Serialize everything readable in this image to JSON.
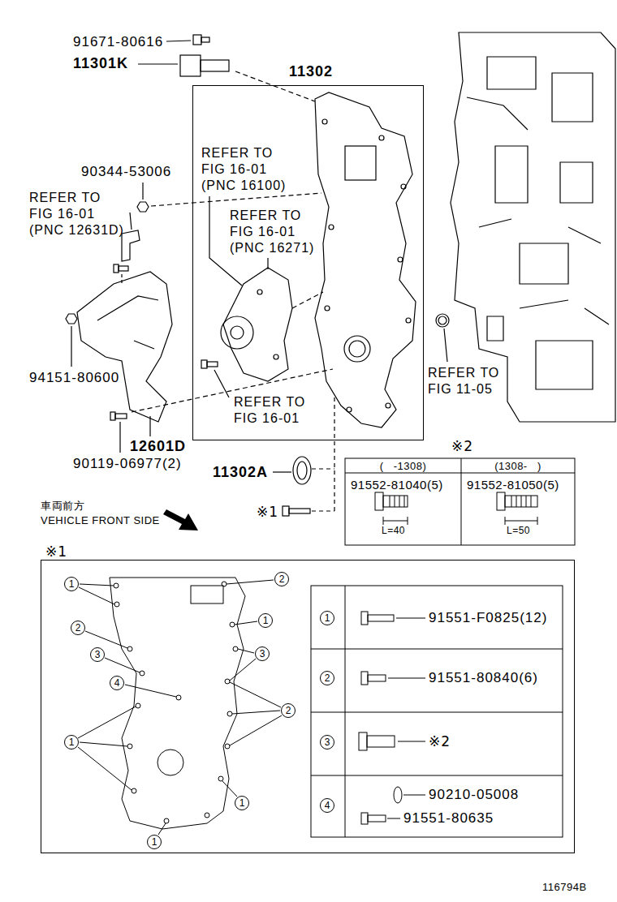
{
  "diagram": {
    "nodes": [
      {
        "text": [
          "11302",
          "REFER TO FIG 16-01 (PNC 16100)",
          "REFER TO FIG 16-01 (PNC 16271)",
          "REFER TO FIG 16-01"
        ]
      },
      {
        "text": [
          "※1"
        ]
      }
    ],
    "labels": [
      "91671-80616",
      "11301K",
      "90344-53006",
      "REFER TO FIG 16-01 (PNC 12631D)",
      "94151-80600",
      "12601D",
      "90119-06977(2)",
      "11302A",
      "※1",
      "REFER TO FIG 11-05",
      "※2",
      "(   -1308)",
      "(1308-   )",
      "91552-81040(5)",
      "91552-81050(5)",
      "L=40",
      "L=50",
      "車両前方",
      "VEHICLE FRONT SIDE",
      "1",
      "2",
      "1",
      "2",
      "3",
      "3",
      "4",
      "2",
      "1",
      "1",
      "1",
      "1",
      "91551-F0825(12)",
      "2",
      "91551-80840(6)",
      "3",
      "※2",
      "4",
      "90210-05008",
      "91551-80635",
      "116794B"
    ]
  }
}
